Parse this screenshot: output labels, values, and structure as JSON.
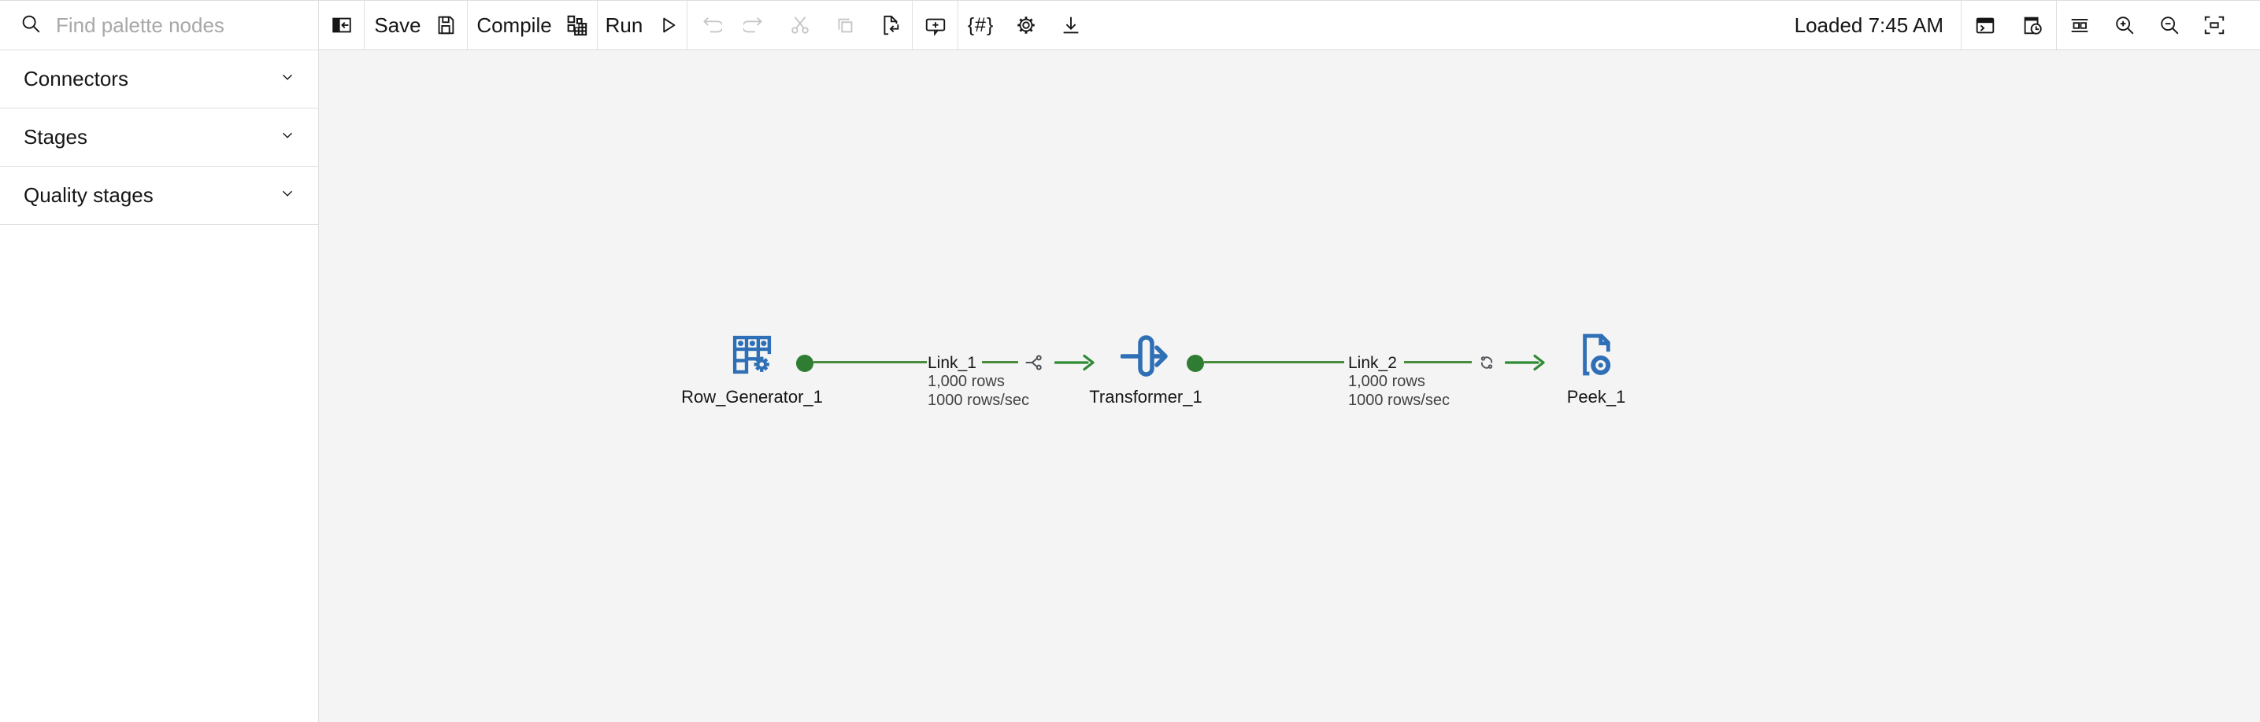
{
  "palette": {
    "search_placeholder": "Find palette nodes",
    "sections": [
      {
        "label": "Connectors"
      },
      {
        "label": "Stages"
      },
      {
        "label": "Quality stages"
      }
    ]
  },
  "toolbar": {
    "save_label": "Save",
    "compile_label": "Compile",
    "run_label": "Run",
    "parameters_glyph": "{#}",
    "status": "Loaded 7:45 AM"
  },
  "flow": {
    "nodes": [
      {
        "label": "Row_Generator_1",
        "type": "row-generator"
      },
      {
        "label": "Transformer_1",
        "type": "transformer"
      },
      {
        "label": "Peek_1",
        "type": "peek"
      }
    ],
    "links": [
      {
        "label": "Link_1",
        "rows": "1,000 rows",
        "rate": "1000 rows/sec",
        "partitioner": "fork"
      },
      {
        "label": "Link_2",
        "rows": "1,000 rows",
        "rate": "1000 rows/sec",
        "partitioner": "round-robin"
      }
    ]
  },
  "colors": {
    "node_blue": "#2e6fb6",
    "link_green": "#4a8c3c",
    "dot_green": "#2e7d32",
    "arrow_green": "#2f8a35",
    "canvas_bg": "#f4f4f4",
    "border": "#e0e0e0",
    "text": "#161616",
    "placeholder_text": "#a8a8a8",
    "disabled_icon": "#c6c6c6",
    "partition_icon_gray": "#4d5358"
  }
}
